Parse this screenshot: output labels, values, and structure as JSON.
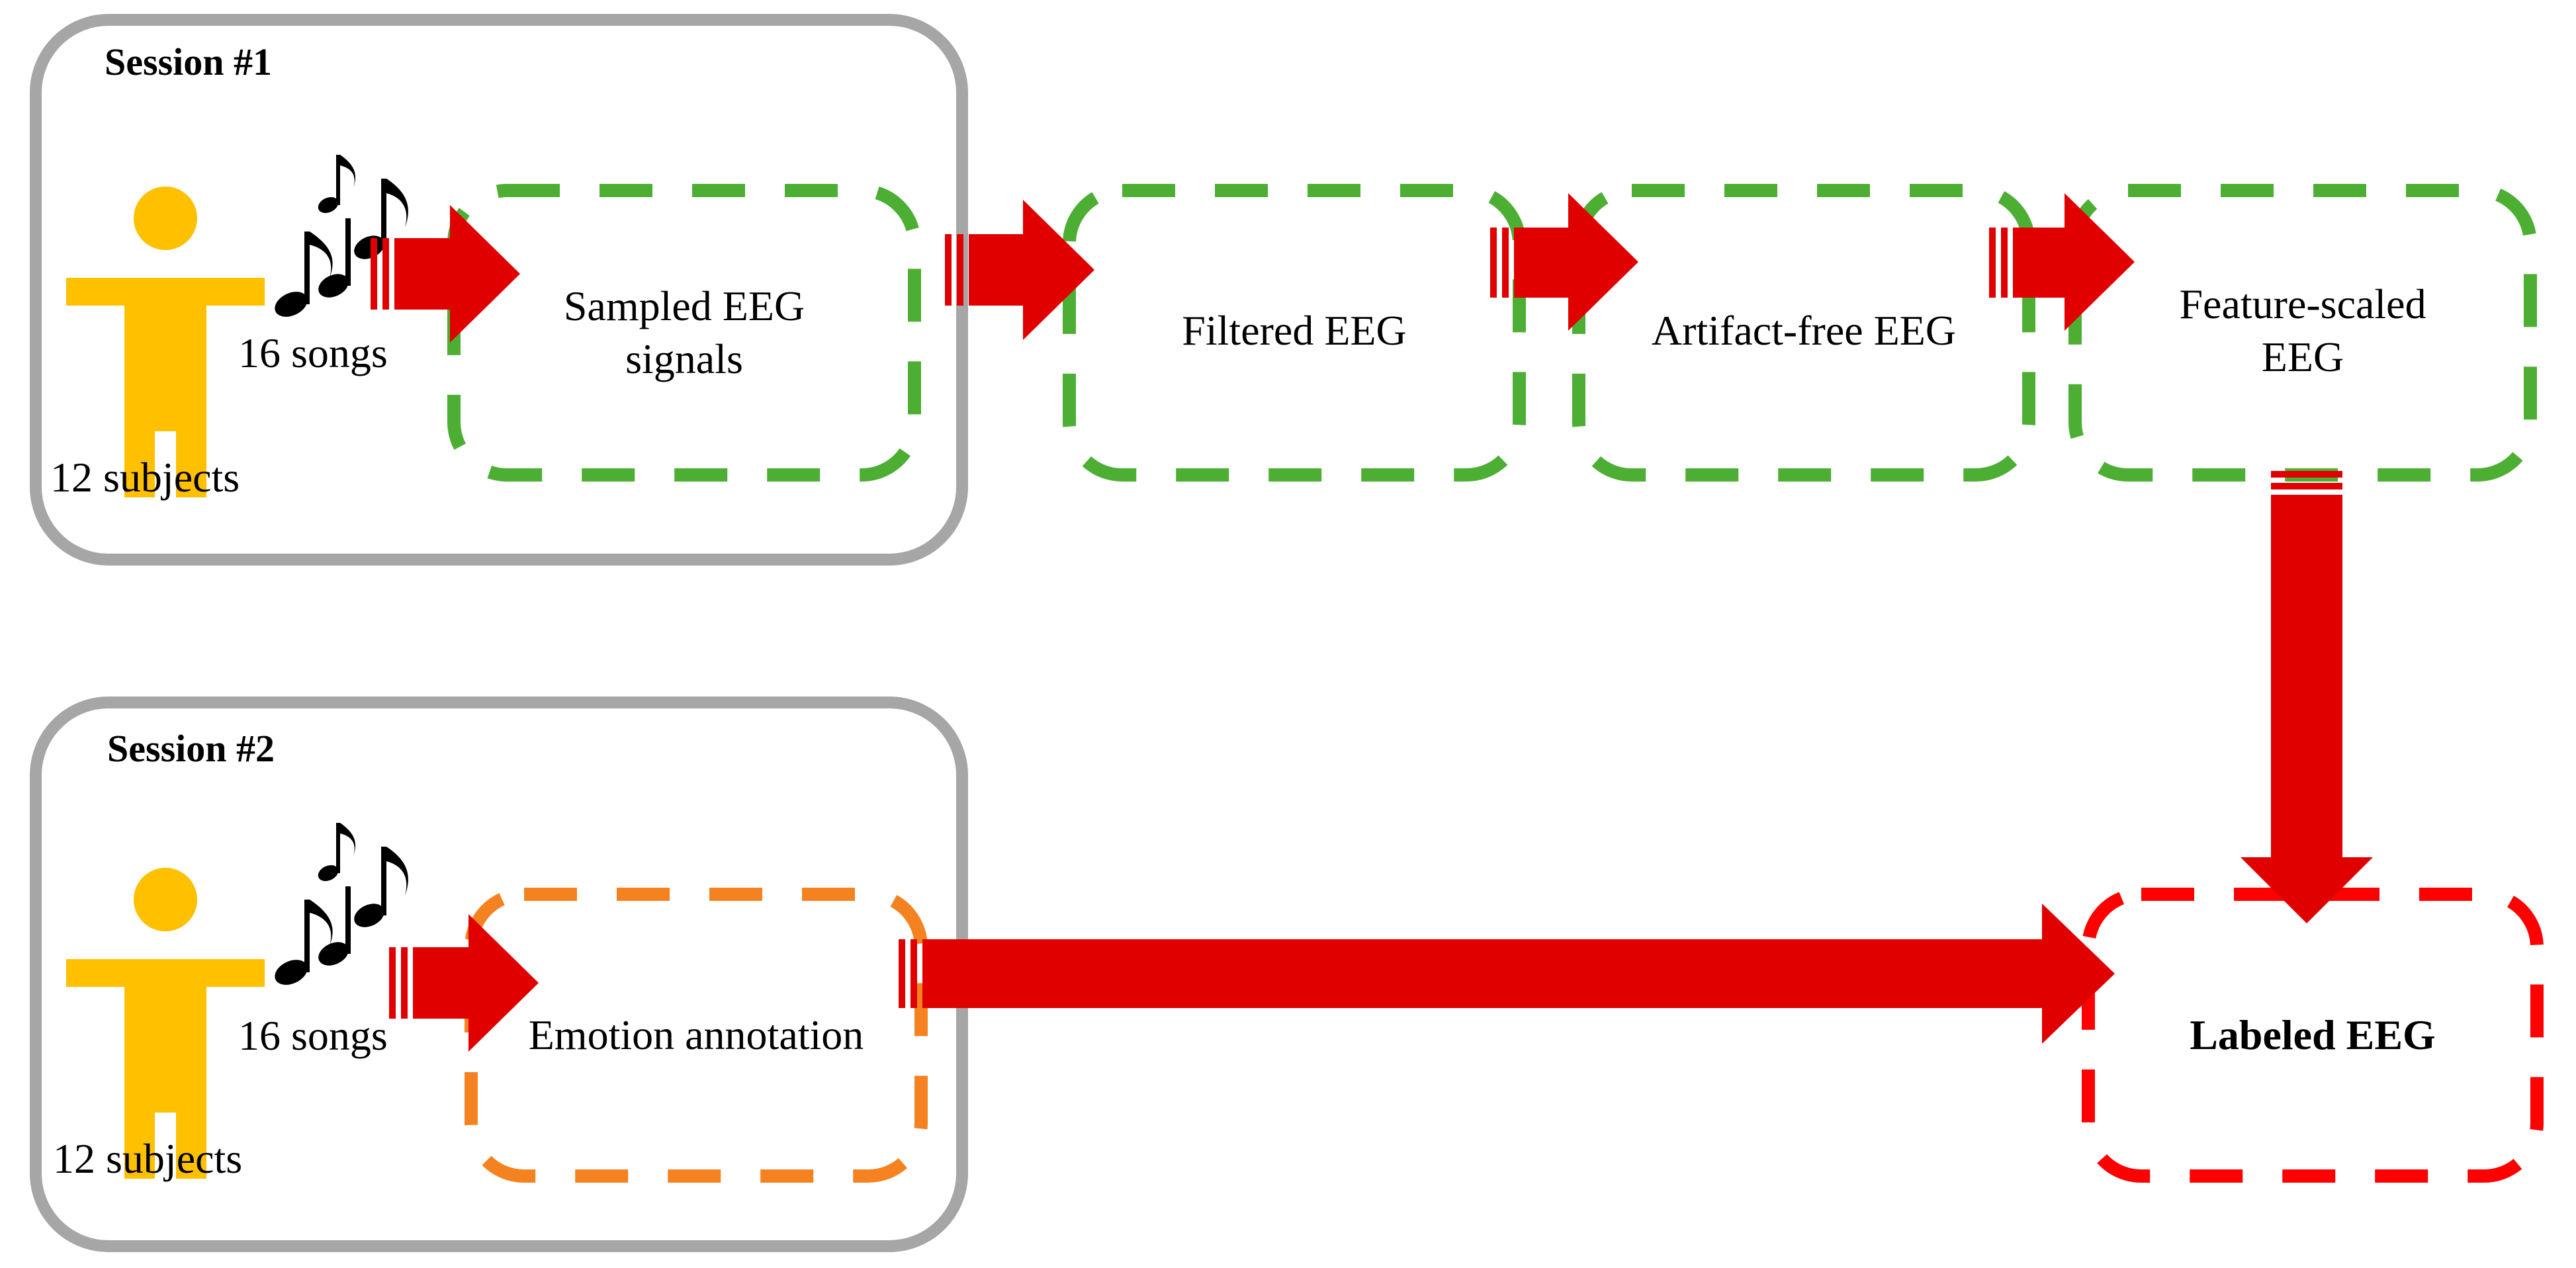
{
  "colors": {
    "session_border": "#a6a6a6",
    "process_border": "#4caf33",
    "annotation_border": "#f58220",
    "labeled_border": "#ff0000",
    "arrow": "#e00000",
    "figure": "#ffc000",
    "text": "#000000"
  },
  "session1": {
    "title": "Session #1",
    "subjects_label": "12 subjects",
    "songs_label": "16 songs",
    "sampled_label_line1": "Sampled EEG",
    "sampled_label_line2": "signals"
  },
  "pipeline": {
    "filtered_label": "Filtered EEG",
    "artifact_label": "Artifact-free EEG",
    "scaled_label_line1": "Feature-scaled",
    "scaled_label_line2": "EEG"
  },
  "session2": {
    "title": "Session #2",
    "subjects_label": "12 subjects",
    "songs_label": "16 songs",
    "annotation_label": "Emotion annotation"
  },
  "output": {
    "labeled_label": "Labeled EEG"
  },
  "icons": {
    "person": "person-icon",
    "music": "music-notes-icon"
  }
}
